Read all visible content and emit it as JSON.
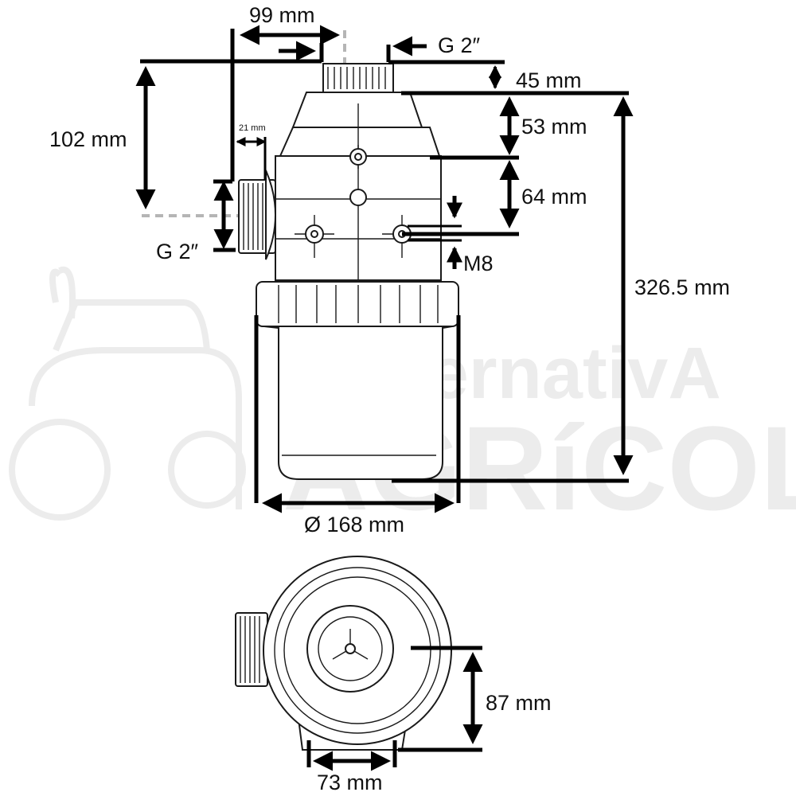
{
  "watermark": {
    "line1": "AlternativA",
    "line2": "AGRíCOLA"
  },
  "dimensions": {
    "top_width": "99 mm",
    "inlet_thread": "G 2″",
    "top_thread_height": "45 mm",
    "upper_body": "53 mm",
    "mount_spacing": "64 mm",
    "bolt": "M8",
    "total_height": "326.5 mm",
    "inlet_offset": "102 mm",
    "side_thread": "G 2″",
    "port_length": "21 mm",
    "diameter": "Ø 168 mm",
    "base_height": "87 mm",
    "base_width": "73 mm"
  },
  "colors": {
    "line": "#1a1a1a",
    "dimension": "#000000",
    "guide": "#b5b5b5",
    "watermark": "#ececec"
  }
}
